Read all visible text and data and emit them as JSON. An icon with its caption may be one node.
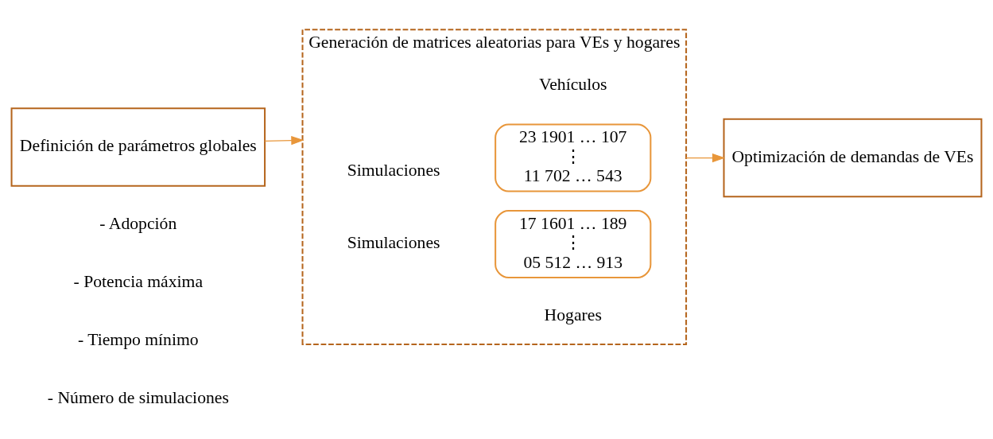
{
  "diagram": {
    "nodes": [
      {
        "text": [
          "Definición de parámetros globales"
        ]
      },
      {
        "text": [
          "Generación de matrices aleatorias para VEs y hogares"
        ]
      },
      {
        "text": [
          "Optimización de demandas de VEs"
        ]
      },
      {
        "text": [
          "23 1901 … 107",
          "⋮",
          "11 702 … 543"
        ],
        "in": 1
      },
      {
        "text": [
          "17 1601 … 189",
          "⋮",
          "05 512 … 913"
        ],
        "in": 1
      }
    ],
    "edges": [
      {
        "from": 0,
        "to": 1,
        "arrow": "to"
      },
      {
        "from": 1,
        "to": 2,
        "arrow": "to"
      }
    ],
    "labels": [
      "Hogares",
      "Simulaciones",
      "Vehículos",
      "Simulaciones",
      "- Adopción",
      "- Potencia máxima",
      "- Tiempo mínimo",
      "- Número de simulaciones"
    ]
  }
}
